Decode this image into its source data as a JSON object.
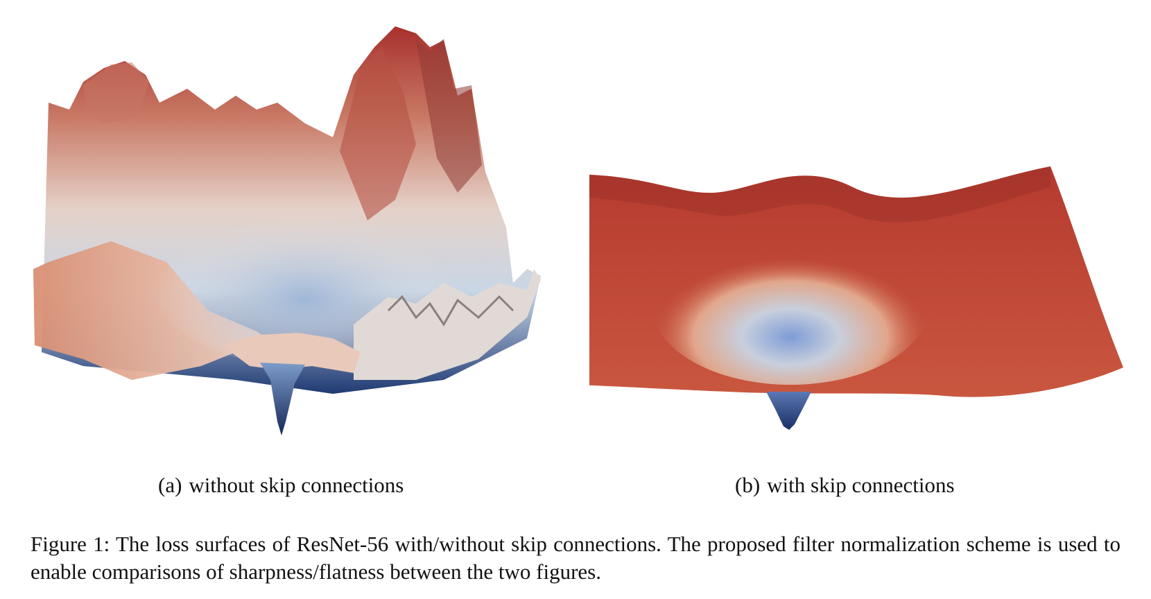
{
  "figure": {
    "panel_a": {
      "label": "(a)",
      "text": "without skip connections"
    },
    "panel_b": {
      "label": "(b)",
      "text": "with skip connections"
    },
    "caption": "Figure 1: The loss surfaces of ResNet-56 with/without skip connections. The proposed filter normalization scheme is used to enable comparisons of sharpness/flatness between the two figures."
  },
  "colors": {
    "high_loss": "#a8302c",
    "mid_loss": "#e3c5b5",
    "low_loss": "#1f3a73",
    "background": "#ffffff"
  }
}
